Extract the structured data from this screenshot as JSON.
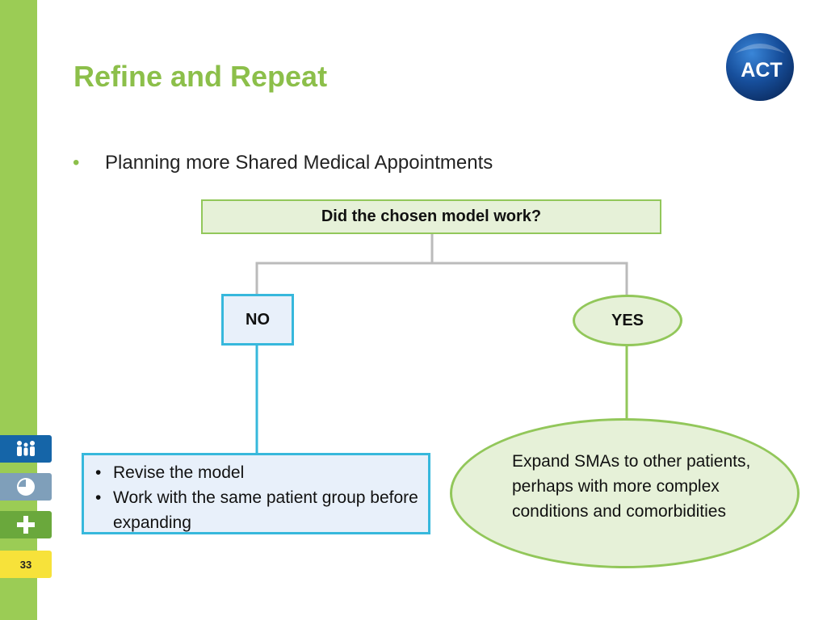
{
  "slide": {
    "title": "Refine and Repeat",
    "bullet": "Planning more Shared Medical Appointments",
    "page_number": "33",
    "logo_text": "ACT"
  },
  "side_tabs": {
    "people_icon": "people-icon",
    "clock_icon": "clock-icon",
    "plus_icon": "plus-icon"
  },
  "diagram": {
    "question": "Did the chosen model work?",
    "no_label": "NO",
    "yes_label": "YES",
    "no_actions": [
      "Revise the model",
      "Work with the same patient group before expanding"
    ],
    "yes_action": "Expand SMAs to other patients, perhaps with more complex conditions and comorbidities"
  },
  "colors": {
    "sidebar_green": "#9bcc55",
    "title_green": "#8cbf4a",
    "no_blue": "#37b8dc",
    "yes_green": "#92c75a",
    "connector_gray": "#bbbbbb"
  }
}
